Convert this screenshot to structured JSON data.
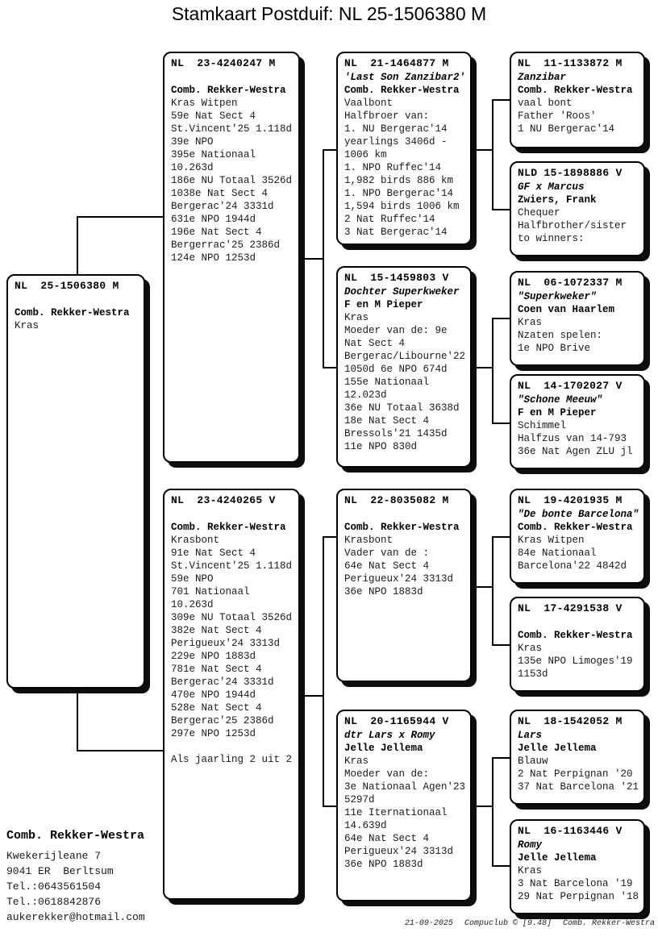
{
  "title": "Stamkaart Postduif: NL  25-1506380 M",
  "pedigree": {
    "boxes": [
      {
        "key": "subject",
        "ring": "NL  25-1506380 M",
        "lines": [
          {
            "s": "blank",
            "t": ""
          },
          {
            "s": "bold",
            "t": "Comb. Rekker-Westra"
          },
          {
            "s": "plain",
            "t": "Kras"
          }
        ]
      },
      {
        "key": "father",
        "ring": "NL  23-4240247 M",
        "lines": [
          {
            "s": "blank",
            "t": ""
          },
          {
            "s": "bold",
            "t": "Comb. Rekker-Westra"
          },
          {
            "s": "plain",
            "t": "Kras Witpen"
          },
          {
            "s": "plain",
            "t": "59e Nat Sect 4"
          },
          {
            "s": "plain",
            "t": "St.Vincent'25 1.118d"
          },
          {
            "s": "plain",
            "t": "39e NPO"
          },
          {
            "s": "plain",
            "t": "395e Nationaal"
          },
          {
            "s": "plain",
            "t": "10.263d"
          },
          {
            "s": "plain",
            "t": "186e NU Totaal 3526d"
          },
          {
            "s": "plain",
            "t": "1038e Nat Sect 4"
          },
          {
            "s": "plain",
            "t": "Bergerac'24 3331d"
          },
          {
            "s": "plain",
            "t": "631e NPO 1944d"
          },
          {
            "s": "plain",
            "t": "196e Nat Sect 4"
          },
          {
            "s": "plain",
            "t": "Bergerrac'25 2386d"
          },
          {
            "s": "plain",
            "t": "124e NPO 1253d"
          }
        ]
      },
      {
        "key": "mother",
        "ring": "NL  23-4240265 V",
        "lines": [
          {
            "s": "blank",
            "t": ""
          },
          {
            "s": "bold",
            "t": "Comb. Rekker-Westra"
          },
          {
            "s": "plain",
            "t": "Krasbont"
          },
          {
            "s": "plain",
            "t": "91e Nat Sect 4"
          },
          {
            "s": "plain",
            "t": "St.Vincent'25 1.118d"
          },
          {
            "s": "plain",
            "t": "59e NPO"
          },
          {
            "s": "plain",
            "t": "701 Nationaal"
          },
          {
            "s": "plain",
            "t": "10.263d"
          },
          {
            "s": "plain",
            "t": "309e NU Totaal 3526d"
          },
          {
            "s": "plain",
            "t": "382e Nat Sect 4"
          },
          {
            "s": "plain",
            "t": "Perigueux'24 3313d"
          },
          {
            "s": "plain",
            "t": "229e NPO 1883d"
          },
          {
            "s": "plain",
            "t": "781e Nat Sect 4"
          },
          {
            "s": "plain",
            "t": "Bergerac'24 3331d"
          },
          {
            "s": "plain",
            "t": "470e NPO 1944d"
          },
          {
            "s": "plain",
            "t": "528e Nat Sect 4"
          },
          {
            "s": "plain",
            "t": "Bergerac'25 2386d"
          },
          {
            "s": "plain",
            "t": "297e NPO 1253d"
          },
          {
            "s": "blank",
            "t": ""
          },
          {
            "s": "plain",
            "t": "Als jaarling 2 uit 2"
          }
        ]
      },
      {
        "key": "pgf",
        "ring": "NL  21-1464877 M",
        "lines": [
          {
            "s": "bi",
            "t": "'Last Son Zanzibar2'"
          },
          {
            "s": "bold",
            "t": "Comb. Rekker-Westra"
          },
          {
            "s": "plain",
            "t": "Vaalbont"
          },
          {
            "s": "plain",
            "t": "Halfbroer van:"
          },
          {
            "s": "plain",
            "t": "1. NU Bergerac'14"
          },
          {
            "s": "plain",
            "t": "yearlings 3406d -"
          },
          {
            "s": "plain",
            "t": "1006 km"
          },
          {
            "s": "plain",
            "t": "1. NPO Ruffec'14"
          },
          {
            "s": "plain",
            "t": "1,982 birds 886 km"
          },
          {
            "s": "plain",
            "t": "1. NPO Bergerac'14"
          },
          {
            "s": "plain",
            "t": "1,594 birds 1006 km"
          },
          {
            "s": "plain",
            "t": "2 Nat Ruffec'14"
          },
          {
            "s": "plain",
            "t": "3 Nat Bergerac'14"
          }
        ]
      },
      {
        "key": "pgm",
        "ring": "NL  15-1459803 V",
        "lines": [
          {
            "s": "bi",
            "t": "Dochter Superkweker"
          },
          {
            "s": "bold",
            "t": "F en M Pieper"
          },
          {
            "s": "plain",
            "t": "Kras"
          },
          {
            "s": "plain",
            "t": "Moeder van de: 9e"
          },
          {
            "s": "plain",
            "t": "Nat Sect 4"
          },
          {
            "s": "plain",
            "t": "Bergerac/Libourne'22"
          },
          {
            "s": "plain",
            "t": "1050d 6e NPO 674d"
          },
          {
            "s": "plain",
            "t": "155e Nationaal"
          },
          {
            "s": "plain",
            "t": "12.023d"
          },
          {
            "s": "plain",
            "t": "36e NU Totaal 3638d"
          },
          {
            "s": "plain",
            "t": "18e Nat Sect 4"
          },
          {
            "s": "plain",
            "t": "Bressols'21 1435d"
          },
          {
            "s": "plain",
            "t": "11e NPO 830d"
          }
        ]
      },
      {
        "key": "mgf",
        "ring": "NL  22-8035082 M",
        "lines": [
          {
            "s": "blank",
            "t": ""
          },
          {
            "s": "bold",
            "t": "Comb. Rekker-Westra"
          },
          {
            "s": "plain",
            "t": "Krasbont"
          },
          {
            "s": "plain",
            "t": "Vader van de :"
          },
          {
            "s": "plain",
            "t": "64e Nat Sect 4"
          },
          {
            "s": "plain",
            "t": "Perigueux'24 3313d"
          },
          {
            "s": "plain",
            "t": "36e NPO 1883d"
          }
        ]
      },
      {
        "key": "mgm",
        "ring": "NL  20-1165944 V",
        "lines": [
          {
            "s": "bi",
            "t": "dtr Lars x Romy"
          },
          {
            "s": "bold",
            "t": "Jelle Jellema"
          },
          {
            "s": "plain",
            "t": "Kras"
          },
          {
            "s": "plain",
            "t": "Moeder van de:"
          },
          {
            "s": "plain",
            "t": "3e Nationaal Agen'23"
          },
          {
            "s": "plain",
            "t": "5297d"
          },
          {
            "s": "plain",
            "t": "11e Iternationaal"
          },
          {
            "s": "plain",
            "t": "14.639d"
          },
          {
            "s": "plain",
            "t": "64e Nat Sect 4"
          },
          {
            "s": "plain",
            "t": "Perigueux'24 3313d"
          },
          {
            "s": "plain",
            "t": "36e NPO 1883d"
          }
        ]
      },
      {
        "key": "gg1",
        "ring": "NL  11-1133872 M",
        "lines": [
          {
            "s": "bi",
            "t": "Zanzibar"
          },
          {
            "s": "bold",
            "t": "Comb. Rekker-Westra"
          },
          {
            "s": "plain",
            "t": "vaal bont"
          },
          {
            "s": "plain",
            "t": "Father 'Roos'"
          },
          {
            "s": "plain",
            "t": "1 NU Bergerac'14"
          }
        ]
      },
      {
        "key": "gg2",
        "ring": "NLD 15-1898886 V",
        "lines": [
          {
            "s": "bi",
            "t": "GF x Marcus"
          },
          {
            "s": "bold",
            "t": "Zwiers, Frank"
          },
          {
            "s": "plain",
            "t": "Chequer"
          },
          {
            "s": "plain",
            "t": "Halfbrother/sister"
          },
          {
            "s": "plain",
            "t": "to winners:"
          }
        ]
      },
      {
        "key": "gg3",
        "ring": "NL  06-1072337 M",
        "lines": [
          {
            "s": "bi",
            "t": "\"Superkweker\""
          },
          {
            "s": "bold",
            "t": "Coen van Haarlem"
          },
          {
            "s": "plain",
            "t": "Kras"
          },
          {
            "s": "plain",
            "t": "Nzaten spelen:"
          },
          {
            "s": "plain",
            "t": "1e NPO Brive"
          }
        ]
      },
      {
        "key": "gg4",
        "ring": "NL  14-1702027 V",
        "lines": [
          {
            "s": "bi",
            "t": "\"Schone Meeuw\""
          },
          {
            "s": "bold",
            "t": "F en M Pieper"
          },
          {
            "s": "plain",
            "t": "Schimmel"
          },
          {
            "s": "plain",
            "t": "Halfzus van 14-793"
          },
          {
            "s": "plain",
            "t": "36e Nat Agen ZLU jl"
          }
        ]
      },
      {
        "key": "gg5",
        "ring": "NL  19-4201935 M",
        "lines": [
          {
            "s": "bi",
            "t": "\"De bonte Barcelona\""
          },
          {
            "s": "bold",
            "t": "Comb. Rekker-Westra"
          },
          {
            "s": "plain",
            "t": "Kras Witpen"
          },
          {
            "s": "plain",
            "t": "84e Nationaal"
          },
          {
            "s": "plain",
            "t": "Barcelona'22 4842d"
          }
        ]
      },
      {
        "key": "gg6",
        "ring": "NL  17-4291538 V",
        "lines": [
          {
            "s": "blank",
            "t": ""
          },
          {
            "s": "bold",
            "t": "Comb. Rekker-Westra"
          },
          {
            "s": "plain",
            "t": "Kras"
          },
          {
            "s": "plain",
            "t": "135e NPO Limoges'19"
          },
          {
            "s": "plain",
            "t": "1153d"
          }
        ]
      },
      {
        "key": "gg7",
        "ring": "NL  18-1542052 M",
        "lines": [
          {
            "s": "bi",
            "t": "Lars"
          },
          {
            "s": "bold",
            "t": "Jelle Jellema"
          },
          {
            "s": "plain",
            "t": "Blauw"
          },
          {
            "s": "plain",
            "t": "2 Nat Perpignan '20"
          },
          {
            "s": "plain",
            "t": "37 Nat Barcelona '21"
          }
        ]
      },
      {
        "key": "gg8",
        "ring": "NL  16-1163446 V",
        "lines": [
          {
            "s": "bi",
            "t": "Romy"
          },
          {
            "s": "bold",
            "t": "Jelle Jellema"
          },
          {
            "s": "plain",
            "t": "Kras"
          },
          {
            "s": "plain",
            "t": "3 Nat Barcelona '19"
          },
          {
            "s": "plain",
            "t": "29 Nat Perpignan '18"
          }
        ]
      }
    ]
  },
  "owner_block": {
    "name": "Comb. Rekker-Westra",
    "address_lines": [
      "Kwekerijleane 7",
      "9041 ER  Berltsum",
      "Tel.:0643561504",
      "Tel.:0618842876",
      "aukerekker@hotmail.com"
    ]
  },
  "footer": {
    "date": "21-09-2025",
    "software": "Compuclub © [9.48]",
    "owner": "Comb. Rekker-Westra"
  },
  "colors": {
    "background": "#ffffff",
    "box_border": "#000000",
    "box_shadow": "#0d0d0d",
    "text": "#1a1a1a"
  }
}
